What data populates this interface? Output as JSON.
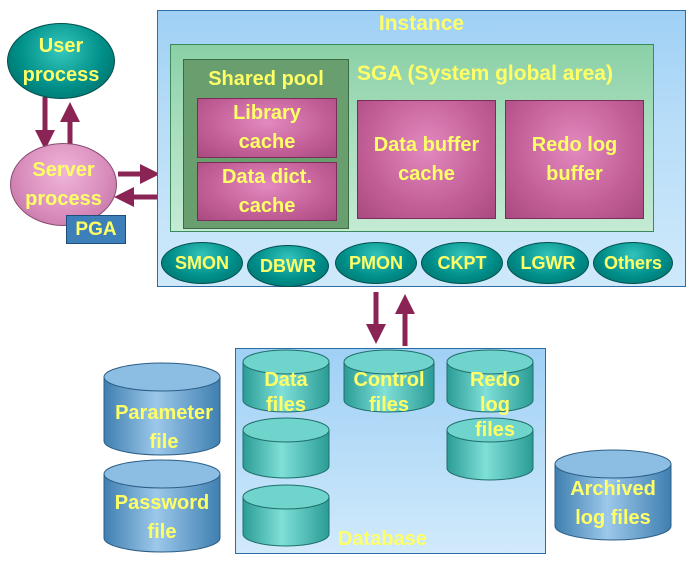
{
  "instance": {
    "title": "Instance",
    "sga_title": "SGA (System global area)",
    "shared_pool": {
      "title": "Shared pool",
      "library_cache": [
        "Library",
        "cache"
      ],
      "data_dict_cache": [
        "Data dict.",
        "cache"
      ]
    },
    "data_buffer_cache": [
      "Data buffer",
      "cache"
    ],
    "redo_log_buffer": [
      "Redo log",
      "buffer"
    ],
    "processes": [
      "SMON",
      "DBWR",
      "PMON",
      "CKPT",
      "LGWR",
      "Others"
    ]
  },
  "user_process": [
    "User",
    "process"
  ],
  "server_process": [
    "Server",
    "process"
  ],
  "pga": "PGA",
  "database": {
    "label": "Database",
    "data_files": [
      "Data",
      "files"
    ],
    "control_files": [
      "Control",
      "files"
    ],
    "redo_log_files": [
      "Redo",
      "log",
      "files"
    ]
  },
  "parameter_file": [
    "Parameter",
    "file"
  ],
  "password_file": [
    "Password",
    "file"
  ],
  "archived_log_files": [
    "Archived",
    "log files"
  ],
  "colors": {
    "label_yellow": "#ffff66",
    "arrow": "#8a2454",
    "teal": "#008f8a",
    "mauve": "#c35f97",
    "cylinder": "#5b9bc8",
    "cylinder_teal": "#3fb8b0"
  }
}
